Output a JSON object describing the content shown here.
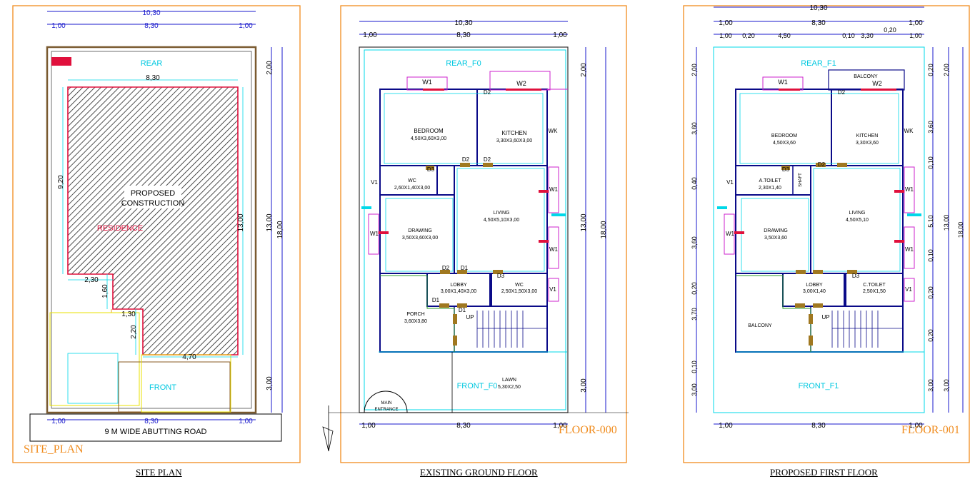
{
  "site_plan": {
    "title": "SITE PLAN",
    "sheet_label": "SITE_PLAN",
    "rear": "REAR",
    "front": "FRONT",
    "proposed_line1": "PROPOSED",
    "proposed_line2": "CONSTRUCTION",
    "residence": "RESIDENCE",
    "road": "9 M WIDE ABUTTING ROAD",
    "dims": {
      "overall": "10,30",
      "left_setback": "1,00",
      "width": "8,30",
      "right_setback": "1,00",
      "inner_width": "8,30",
      "front_width": "4,70",
      "cut_230": "2,30",
      "cut_160": "1,60",
      "cut_130": "1,30",
      "cut_220": "2,20",
      "h_920": "9,20",
      "h_1300": "13,00",
      "rear_200": "2,00",
      "total_1800": "18,00",
      "front_300": "3,00"
    }
  },
  "ground_floor": {
    "title": "EXISTING GROUND FLOOR",
    "sheet_label": "FLOOR-000",
    "rear": "REAR_F0",
    "front": "FRONT_F0",
    "rooms": [
      {
        "name": "BEDROOM",
        "size": "4,50X3,60X3,00"
      },
      {
        "name": "KITCHEN",
        "size": "3,30X3,60X3,00"
      },
      {
        "name": "WC",
        "size": "2,60X1,40X3,00"
      },
      {
        "name": "DRAWING",
        "size": "3,50X3,60X3,00"
      },
      {
        "name": "LIVING",
        "size": "4,50X5,10X3,00"
      },
      {
        "name": "LOBBY",
        "size": "3,00X1,40X3,00"
      },
      {
        "name": "WC",
        "size": "2,50X1,50X3,00"
      },
      {
        "name": "PORCH",
        "size": "3,60X3,80"
      },
      {
        "name": "LAWN",
        "size": "5,30X2,50"
      }
    ],
    "marks": {
      "w1": "W1",
      "w2": "W2",
      "d1": "D1",
      "d2": "D2",
      "d3": "D3",
      "v1": "V1",
      "wk": "WK",
      "up": "UP",
      "entrance_1": "MAIN",
      "entrance_2": "ENTRANCE"
    },
    "dims": {
      "overall": "10,30",
      "left": "1,00",
      "width": "8,30",
      "right": "1,00",
      "rear": "2,00",
      "h13": "13,00",
      "h18": "18,00",
      "front": "3,00"
    }
  },
  "first_floor": {
    "title": "PROPOSED FIRST FLOOR",
    "sheet_label": "FLOOR-001",
    "rear": "REAR_F1",
    "front": "FRONT_F1",
    "rooms": [
      {
        "name": "BALCONY",
        "size": ""
      },
      {
        "name": "BEDROOM",
        "size": "4,50X3,60"
      },
      {
        "name": "KITCHEN",
        "size": "3,30X3,60"
      },
      {
        "name": "A.TOILET",
        "size": "2,30X1,40"
      },
      {
        "name": "DRAWING",
        "size": "3,50X3,60"
      },
      {
        "name": "LIVING",
        "size": "4,50X5,10"
      },
      {
        "name": "LOBBY",
        "size": "3,00X1,40"
      },
      {
        "name": "C.TOILET",
        "size": "2,50X1,50"
      },
      {
        "name": "BALCONY",
        "size": ""
      }
    ],
    "marks": {
      "w1": "W1",
      "w2": "W2",
      "d2": "D2",
      "d3": "D3",
      "v1": "V1",
      "wk": "WK",
      "up": "UP",
      "shaft": "SHAFT"
    },
    "dims": {
      "overall": "10,30",
      "left": "1,00",
      "width": "8,30",
      "right": "1,00",
      "d020": "0,20",
      "d450": "4,50",
      "d010": "0,10",
      "d330": "3,30",
      "v200": "2,00",
      "v360": "3,60",
      "v040": "0,40",
      "v370": "3,70",
      "v020": "0,20",
      "v300": "3,00",
      "v010": "0,10",
      "v510": "5,10",
      "v1300": "13,00",
      "v1800": "18,00"
    }
  },
  "colors": {
    "frame": "#f08c1e",
    "cyan": "#00d8e8",
    "blue": "#1a1acc",
    "magenta": "#cc22cc",
    "red": "#e0103c",
    "wall": "#0a0a88",
    "green": "#2a9a2a",
    "brown": "#8a5a20",
    "yellow": "#e8e000"
  }
}
